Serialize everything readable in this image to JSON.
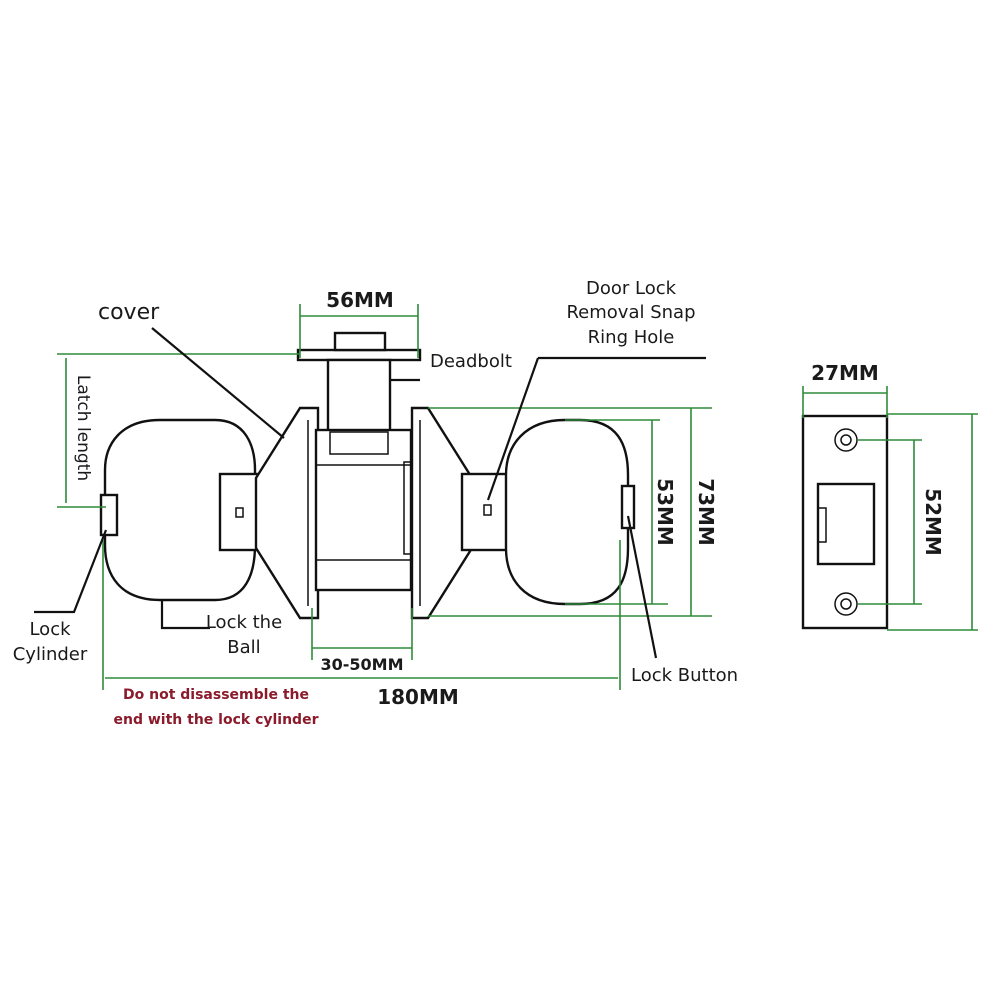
{
  "labels": {
    "cover": "cover",
    "latch_length": "Latch length",
    "deadbolt": "Deadbolt",
    "snap_ring_line1": "Door Lock",
    "snap_ring_line2": "Removal Snap",
    "snap_ring_line3": "Ring Hole",
    "lock_cylinder_line1": "Lock",
    "lock_cylinder_line2": "Cylinder",
    "lock_ball_line1": "Lock the",
    "lock_ball_line2": "Ball",
    "lock_button": "Lock Button"
  },
  "dimensions": {
    "deadbolt_width": "56MM",
    "door_thickness": "30-50MM",
    "overall_length": "180MM",
    "knob_height": "53MM",
    "rose_height": "73MM",
    "strike_width": "27MM",
    "strike_hole_spacing": "52MM"
  },
  "warning": {
    "line1": "Do not disassemble the",
    "line2": "end with the lock cylinder",
    "color": "#8b1a2b"
  },
  "colors": {
    "dimension_line": "#2e8b3a",
    "outline": "#111111"
  }
}
